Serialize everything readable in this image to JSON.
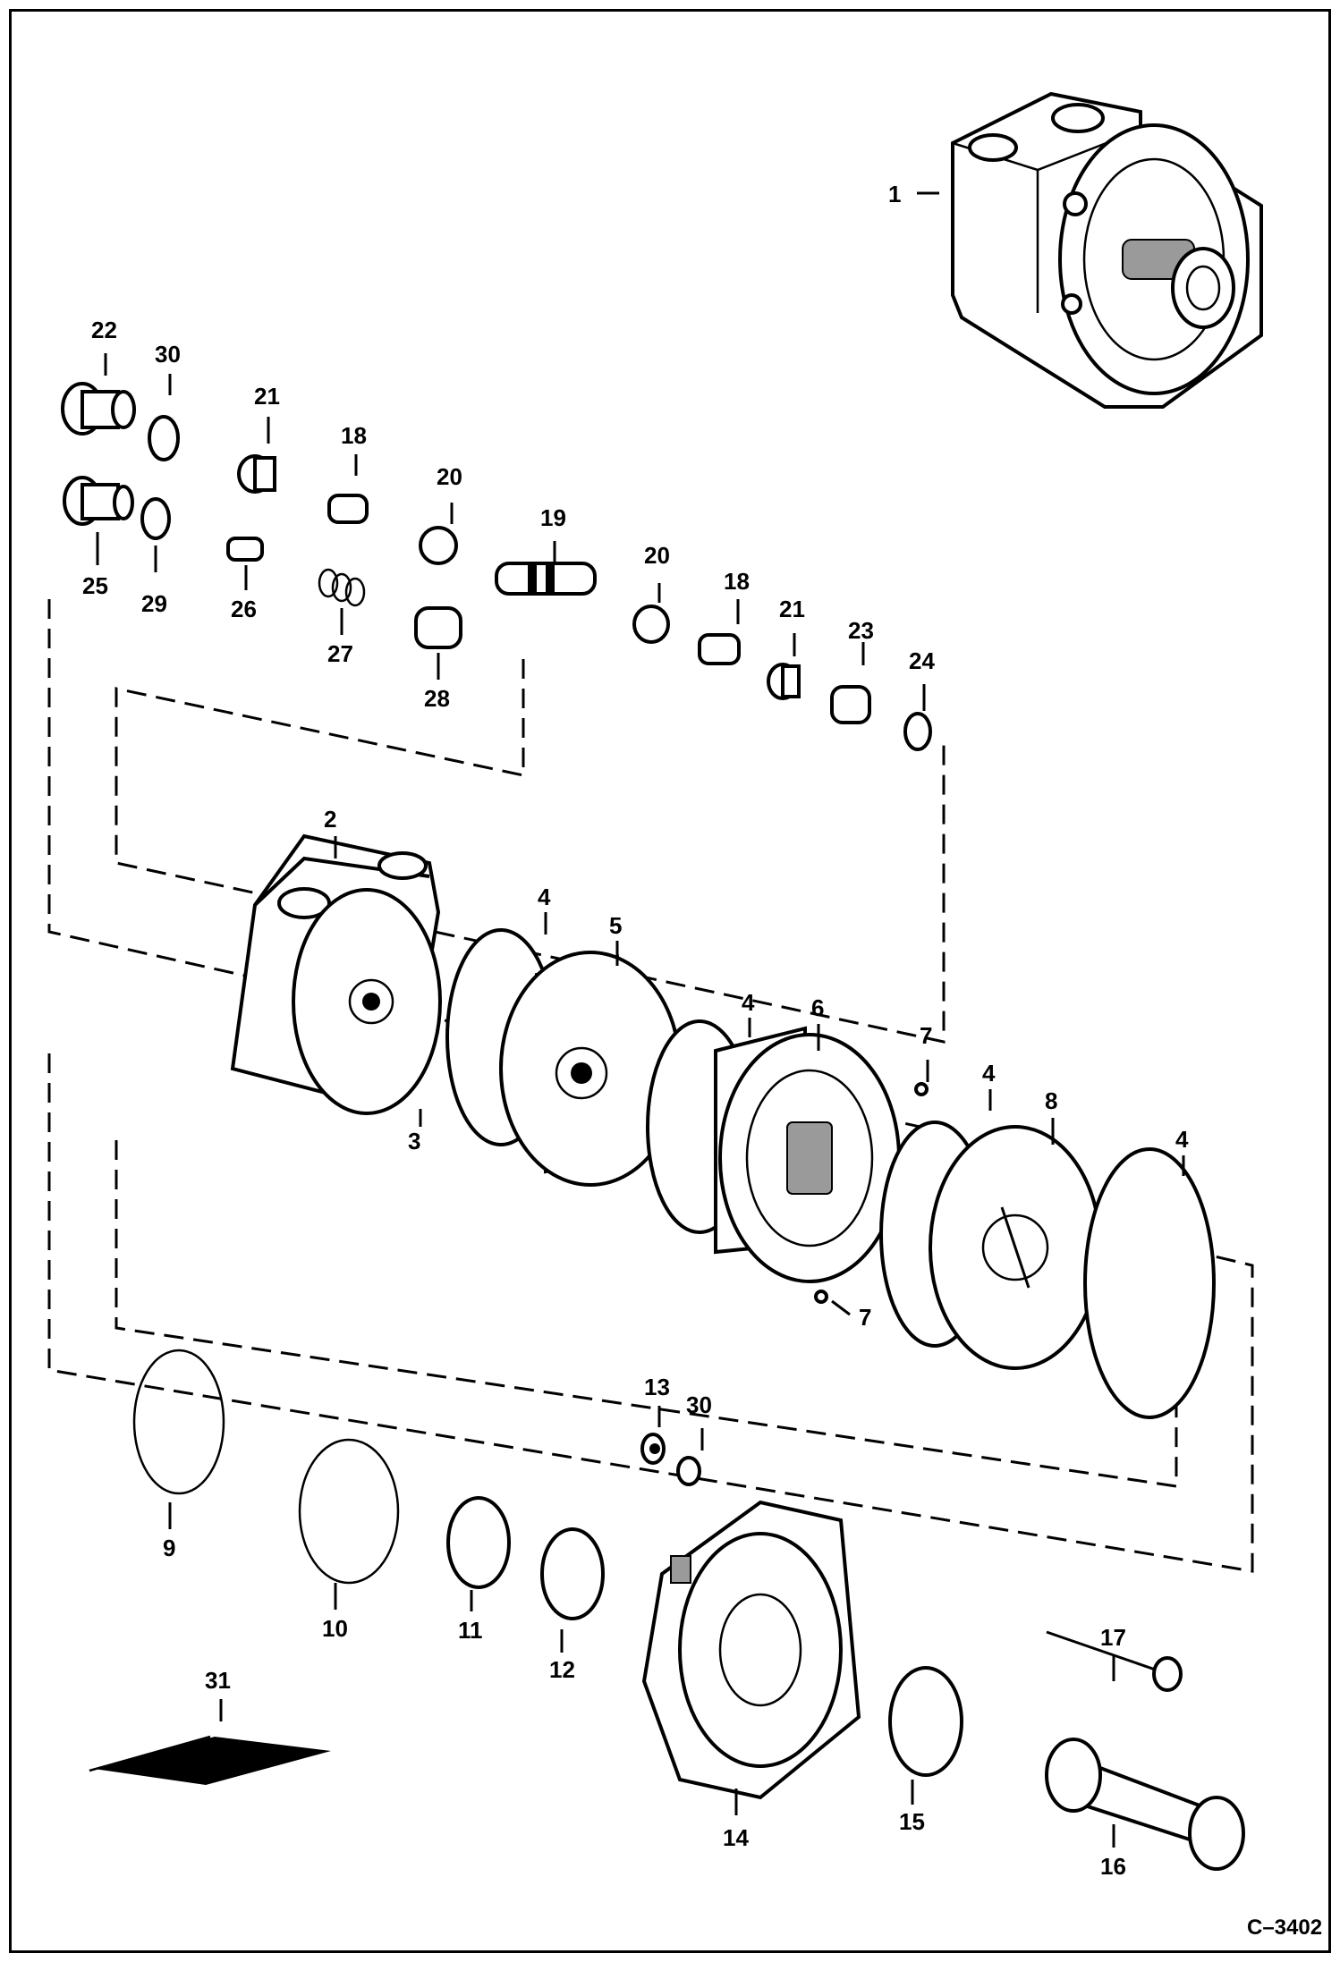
{
  "figure_id": "C–3402",
  "callouts": [
    {
      "id": "c1",
      "text": "1"
    },
    {
      "id": "c2",
      "text": "2"
    },
    {
      "id": "c3",
      "text": "3"
    },
    {
      "id": "c4a",
      "text": "4"
    },
    {
      "id": "c4b",
      "text": "4"
    },
    {
      "id": "c4c",
      "text": "4"
    },
    {
      "id": "c4d",
      "text": "4"
    },
    {
      "id": "c5",
      "text": "5"
    },
    {
      "id": "c6",
      "text": "6"
    },
    {
      "id": "c7a",
      "text": "7"
    },
    {
      "id": "c7b",
      "text": "7"
    },
    {
      "id": "c8",
      "text": "8"
    },
    {
      "id": "c9",
      "text": "9"
    },
    {
      "id": "c10",
      "text": "10"
    },
    {
      "id": "c11",
      "text": "11"
    },
    {
      "id": "c12",
      "text": "12"
    },
    {
      "id": "c13",
      "text": "13"
    },
    {
      "id": "c14",
      "text": "14"
    },
    {
      "id": "c15",
      "text": "15"
    },
    {
      "id": "c16",
      "text": "16"
    },
    {
      "id": "c17",
      "text": "17"
    },
    {
      "id": "c18a",
      "text": "18"
    },
    {
      "id": "c18b",
      "text": "18"
    },
    {
      "id": "c19",
      "text": "19"
    },
    {
      "id": "c20a",
      "text": "20"
    },
    {
      "id": "c20b",
      "text": "20"
    },
    {
      "id": "c21a",
      "text": "21"
    },
    {
      "id": "c21b",
      "text": "21"
    },
    {
      "id": "c22",
      "text": "22"
    },
    {
      "id": "c23",
      "text": "23"
    },
    {
      "id": "c24",
      "text": "24"
    },
    {
      "id": "c25",
      "text": "25"
    },
    {
      "id": "c26",
      "text": "26"
    },
    {
      "id": "c27",
      "text": "27"
    },
    {
      "id": "c28",
      "text": "28"
    },
    {
      "id": "c29",
      "text": "29"
    },
    {
      "id": "c30a",
      "text": "30"
    },
    {
      "id": "c30b",
      "text": "30"
    },
    {
      "id": "c31",
      "text": "31"
    }
  ]
}
